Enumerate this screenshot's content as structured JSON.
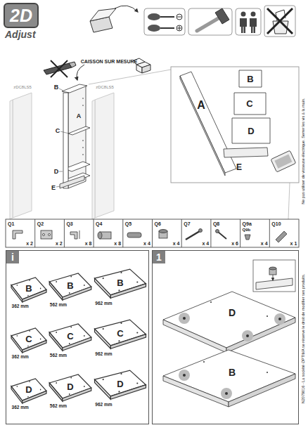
{
  "diagram": {
    "nodes": [
      {
        "text": [
          "2D",
          "Adjust"
        ]
      },
      {
        "text": [
          "i"
        ]
      },
      {
        "text": [
          "B",
          "362 mm"
        ],
        "in": 1
      },
      {
        "text": [
          "B",
          "562 mm"
        ],
        "in": 1
      },
      {
        "text": [
          "B",
          "962 mm"
        ],
        "in": 1
      },
      {
        "text": [
          "C",
          "362 mm"
        ],
        "in": 1
      },
      {
        "text": [
          "C",
          "562 mm"
        ],
        "in": 1
      },
      {
        "text": [
          "C",
          "962 mm"
        ],
        "in": 1
      },
      {
        "text": [
          "D",
          "362 mm"
        ],
        "in": 1
      },
      {
        "text": [
          "D",
          "562 mm"
        ],
        "in": 1
      },
      {
        "text": [
          "D",
          "962 mm"
        ],
        "in": 1
      },
      {
        "text": [
          "1"
        ]
      }
    ],
    "labels": [
      "CAISSON SUR MESURE",
      "zDC8LS5",
      "zDC8LS5",
      "A",
      "B",
      "C",
      "D",
      "E",
      "A",
      "B",
      "C",
      "D",
      "E",
      "Q1",
      "x 2",
      "Q2",
      "x 2",
      "Q3",
      "x 8",
      "Q4",
      "x 8",
      "Q5",
      "x 4",
      "Q6",
      "x 4",
      "Q7",
      "x 4",
      "Q8",
      "x 6",
      "Q9a",
      "Q9b",
      "x 4",
      "Q10",
      "x 1",
      "D",
      "B",
      "Ne pas utiliser de visseuse électrique. Serrer les vis à la main.",
      "N2079016 - La société OPTIMA se réserve le droit de modifier ses produits."
    ]
  }
}
